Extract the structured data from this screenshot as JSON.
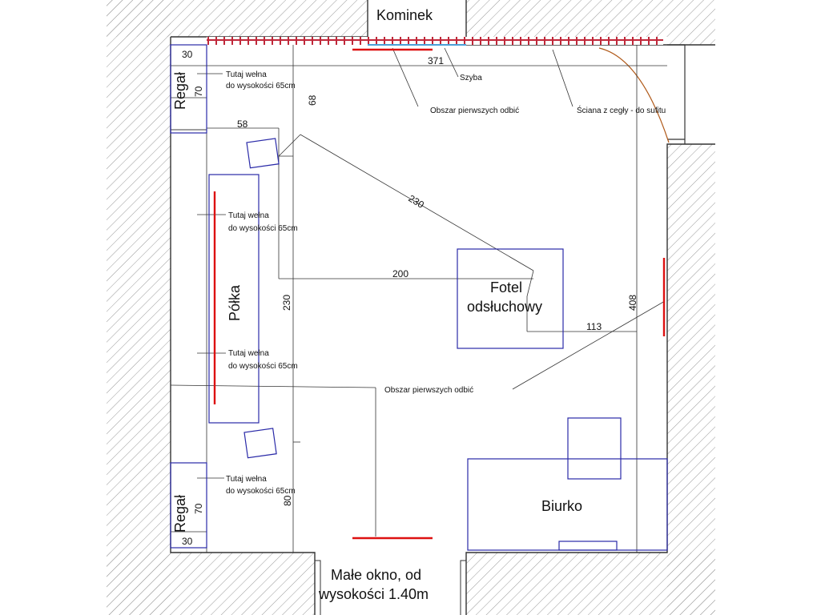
{
  "labels": {
    "fireplace": "Kominek",
    "glass": "Szyba",
    "first_reflections_top": "Obszar pierwszych odbić",
    "brick_wall": "Ściana z cegły - do sufitu",
    "shelf_top": "Regał",
    "shelf_bottom": "Regał",
    "shelf_small": "Półka",
    "armchair_line1": "Fotel",
    "armchair_line2": "odsłuchowy",
    "first_reflections_mid": "Obszar pierwszych odbić",
    "desk": "Biurko",
    "window_line1": "Małe okno, od",
    "window_line2": "wysokości 1.40m",
    "wool_1a": "Tutaj wełna",
    "wool_1b": "do wysokości 65cm",
    "wool_2a": "Tutaj wełna",
    "wool_2b": "do wysokości 65cm",
    "wool_3a": "Tutaj wełna",
    "wool_3b": "do wysokości 65cm",
    "wool_4a": "Tutaj wełna",
    "wool_4b": "do wysokości 65cm"
  },
  "dimensions": {
    "d30_top": "30",
    "d70_top": "70",
    "d371": "371",
    "d68": "68",
    "d58": "58",
    "d230_diag": "230",
    "d200": "200",
    "d230_vert": "230",
    "d408": "408",
    "d113": "113",
    "d80": "80",
    "d70_bottom": "70",
    "d30_bottom": "30"
  },
  "colors": {
    "wall_hatch": "#9a9a9a",
    "furniture": "#2a2aa8",
    "reflection_panel": "#dd1111",
    "brick": "#c0283a",
    "lines": "#333333"
  }
}
